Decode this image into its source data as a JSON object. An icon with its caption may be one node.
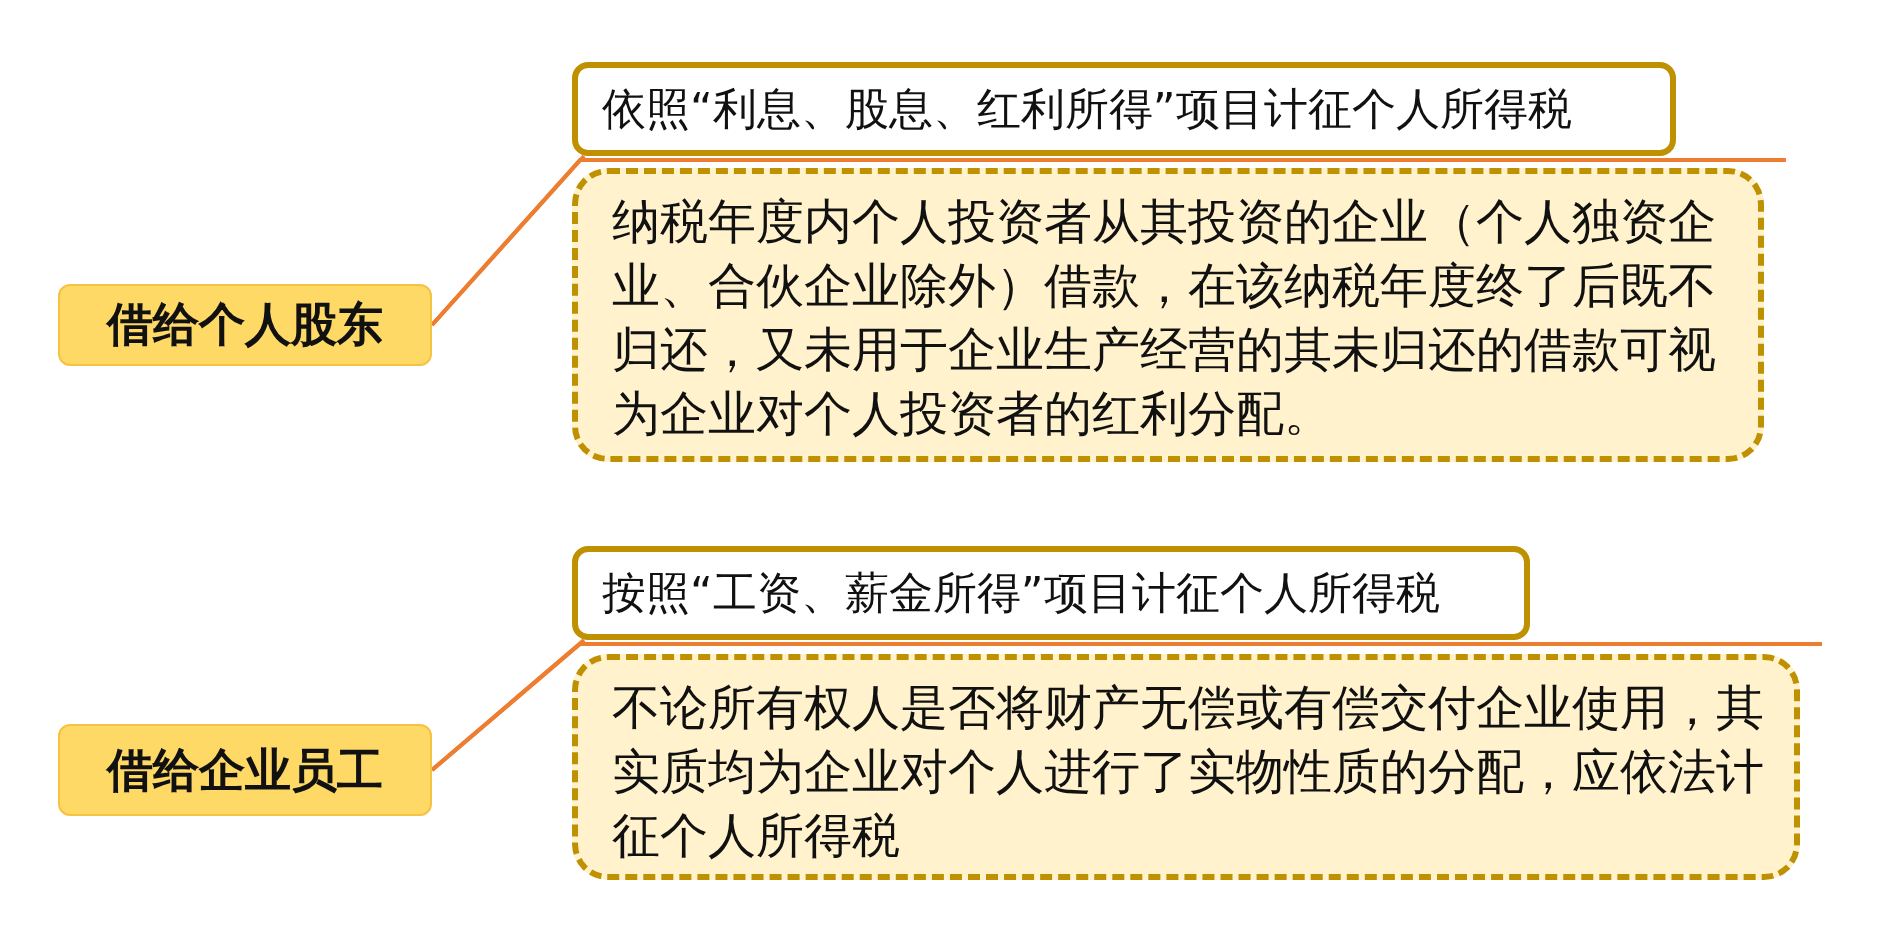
{
  "diagram": {
    "nodes": [
      {
        "text": [
          "借给个人股东"
        ]
      },
      {
        "text": [
          "依照“利息、股息、红利所得”项目计征个人所得税"
        ]
      },
      {
        "text": [
          "纳税年度内个人投资者从其投资的企业（个人独资企业、合伙企业除外）借款，在该纳税年度终了后既不归还，又未用于企业生产经营的其未归还的借款可视为企业对个人投资者的红利分配。"
        ]
      },
      {
        "text": [
          "借给企业员工"
        ]
      },
      {
        "text": [
          "按照“工资、薪金所得”项目计征个人所得税"
        ]
      },
      {
        "text": [
          "不论所有权人是否将财产无偿或有偿交付企业使用，其实质均为企业对个人进行了实物性质的分配，应依法计征个人所得税"
        ]
      }
    ],
    "edges": [
      {
        "from": 0,
        "to": 1,
        "arrow": "none"
      },
      {
        "from": 0,
        "to": 2,
        "arrow": "none"
      },
      {
        "from": 3,
        "to": 4,
        "arrow": "none"
      },
      {
        "from": 3,
        "to": 5,
        "arrow": "none"
      }
    ]
  }
}
